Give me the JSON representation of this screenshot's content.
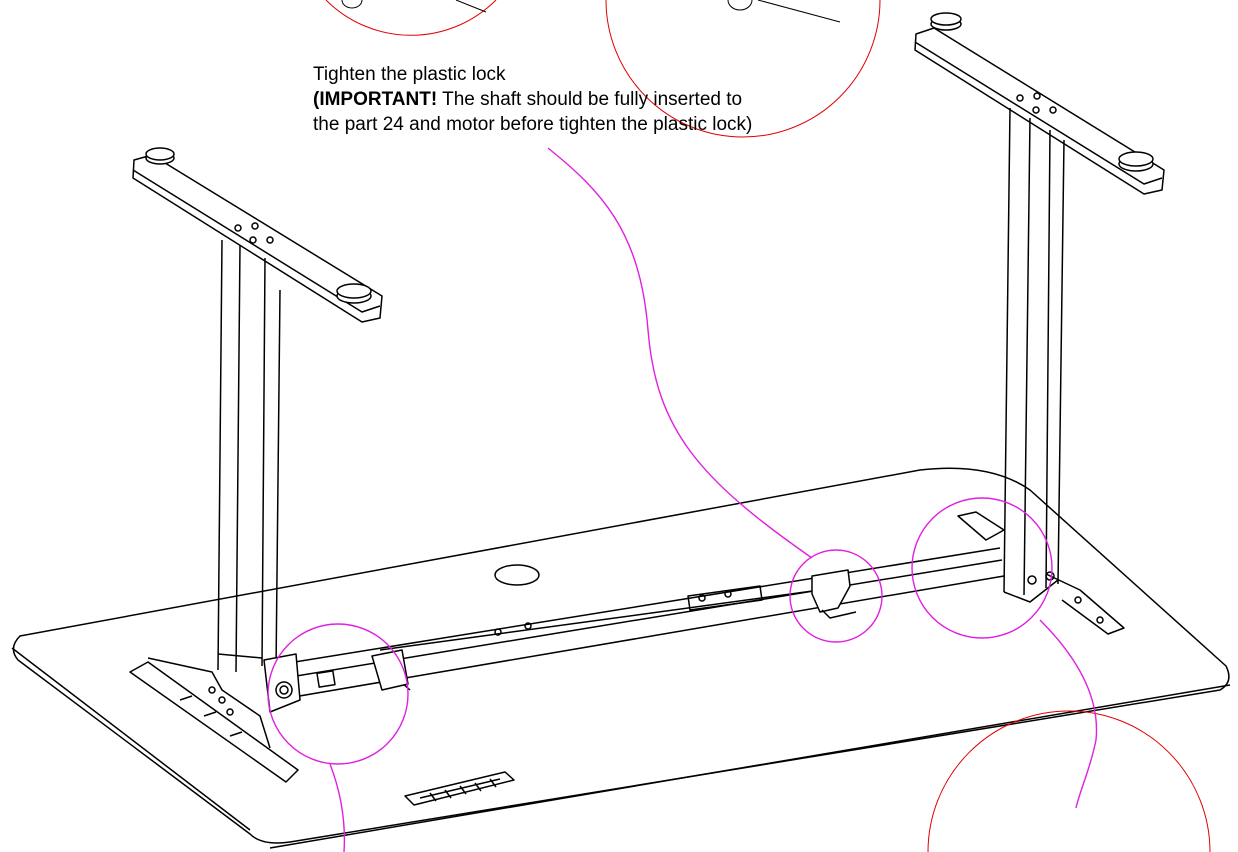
{
  "instruction": {
    "line1": "Tighten the plastic lock",
    "important_label": "(IMPORTANT!",
    "important_text_1": " The shaft should be fully inserted to",
    "important_text_2": "the part 24 and motor before tighten the plastic lock)"
  },
  "colors": {
    "line_art": "#000000",
    "leader_line": "#e020e0",
    "detail_circle": "#e00000"
  }
}
